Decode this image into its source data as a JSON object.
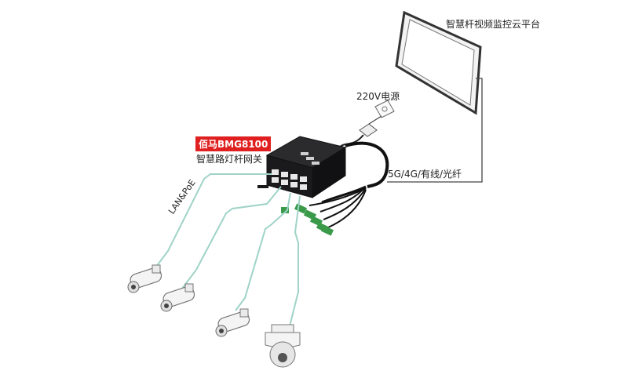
{
  "labels": {
    "platform": "智慧杆视频监控云平台",
    "power": "220V电源",
    "network": "5G/4G/有线/光纤",
    "model": "佰马BMG8100",
    "gateway_desc": "智慧路灯杆网关",
    "lan_poe": "LAN&PoE"
  },
  "colors": {
    "accent_red": "#e02020",
    "cable_teal": "#9fd3c7",
    "device_dark": "#1f1f22"
  },
  "icons": [
    "monitor-icon",
    "power-outlet-icon",
    "gateway-device-icon",
    "bullet-camera-icon",
    "dome-camera-icon",
    "connector-icon"
  ]
}
